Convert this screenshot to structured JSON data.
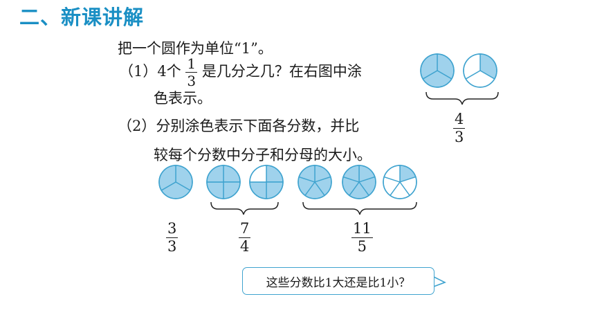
{
  "section_title": "二、新课讲解",
  "intro": "把一个圆作为单位“1”。",
  "q1": {
    "prefix": "（1）4个",
    "frac": {
      "num": "1",
      "den": "3"
    },
    "suffix": "是几分之几？在右图中涂",
    "line2": "色表示。"
  },
  "q2": {
    "line1": "（2）分别涂色表示下面各分数，并比",
    "line2": "较每个分数中分子和分母的大小。"
  },
  "fractions": {
    "four_thirds": {
      "num": "4",
      "den": "3"
    },
    "three_thirds": {
      "num": "3",
      "den": "3"
    },
    "seven_fourths": {
      "num": "7",
      "den": "4"
    },
    "eleven_fifths": {
      "num": "11",
      "den": "5"
    }
  },
  "bubble_text": "这些分数比1大还是比1小？",
  "circles": [
    {
      "group": "four_thirds",
      "parts": 3,
      "shaded": 3
    },
    {
      "group": "four_thirds",
      "parts": 3,
      "shaded": 1
    },
    {
      "group": "three_thirds",
      "parts": 3,
      "shaded": 3
    },
    {
      "group": "seven_fourths",
      "parts": 4,
      "shaded": 4
    },
    {
      "group": "seven_fourths",
      "parts": 4,
      "shaded": 3
    },
    {
      "group": "eleven_fifths",
      "parts": 5,
      "shaded": 5
    },
    {
      "group": "eleven_fifths",
      "parts": 5,
      "shaded": 5
    },
    {
      "group": "eleven_fifths",
      "parts": 5,
      "shaded": 1
    }
  ],
  "colors": {
    "title": "#1a8fc4",
    "fill": "#9fd2ec",
    "stroke": "#3fa3cf",
    "bubble_border": "#3fa3cf"
  }
}
